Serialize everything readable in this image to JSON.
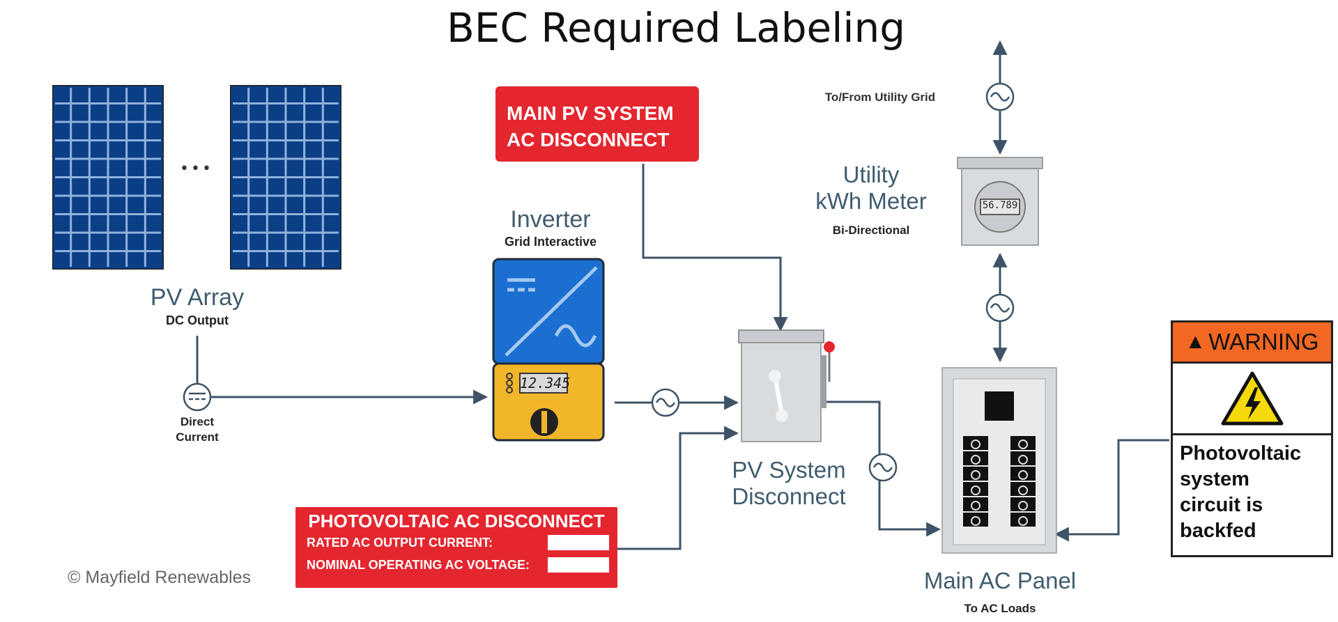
{
  "title": "BEC Required Labeling",
  "pv_array": {
    "name": "PV Array",
    "sub": "DC Output",
    "ellipsis": "•••"
  },
  "direct_current": {
    "line1": "Direct",
    "line2": "Current"
  },
  "inverter": {
    "name": "Inverter",
    "sub": "Grid Interactive",
    "display": "12.345"
  },
  "main_pv_label": {
    "line1": "MAIN PV SYSTEM",
    "line2": "AC DISCONNECT"
  },
  "utility": {
    "grid_label": "To/From Utility Grid",
    "line1": "Utility",
    "line2": "kWh Meter",
    "sub": "Bi-Directional",
    "display": "56.789"
  },
  "pv_disconnect": {
    "line1": "PV System",
    "line2": "Disconnect"
  },
  "ac_panel": {
    "name": "Main AC Panel",
    "sub": "To AC Loads"
  },
  "pv_ac_label": {
    "title": "PHOTOVOLTAIC AC DISCONNECT",
    "row1": "RATED AC OUTPUT CURRENT:",
    "row2": "NOMINAL OPERATING AC VOLTAGE:"
  },
  "warning": {
    "header": "WARNING",
    "text_lines": [
      "Photovoltaic",
      "system",
      "circuit is",
      "backfed"
    ]
  },
  "copyright": "© Mayfield Renewables",
  "colors": {
    "sign_red": "#e4262f",
    "warning_orange": "#f26722",
    "wire": "#3e5366",
    "panel_blue": "#0b3f85",
    "inverter_blue": "#1a6fd1",
    "inverter_yellow": "#f2b62a"
  }
}
